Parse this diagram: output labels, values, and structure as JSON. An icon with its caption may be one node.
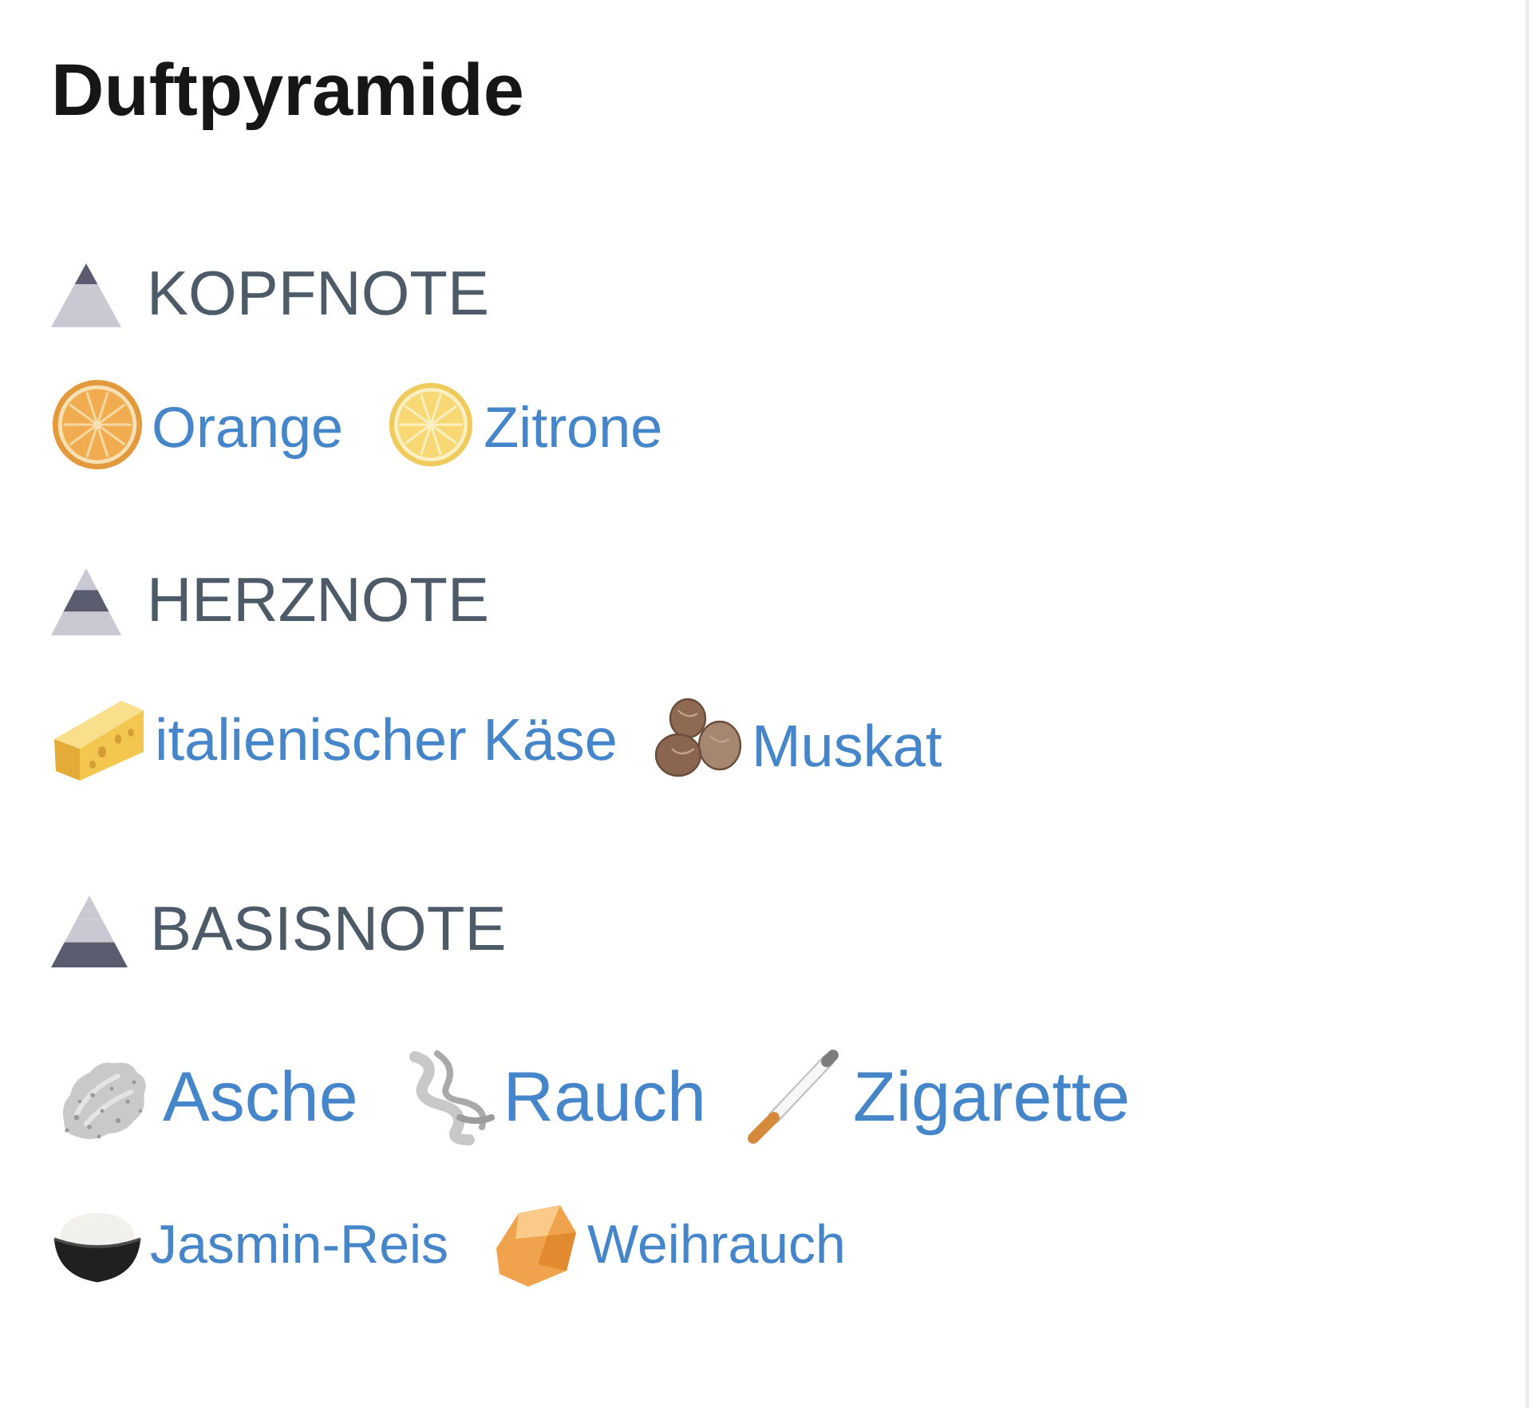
{
  "diagram": {
    "title": "Duftpyramide",
    "labels": [
      "KOPFNOTE",
      "Orange",
      "Zitrone",
      "HERZNOTE",
      "italienischer Käse",
      "Muskat",
      "BASISNOTE",
      "Asche",
      "Rauch",
      "Zigarette",
      "Jasmin-Reis",
      "Weihrauch"
    ]
  }
}
